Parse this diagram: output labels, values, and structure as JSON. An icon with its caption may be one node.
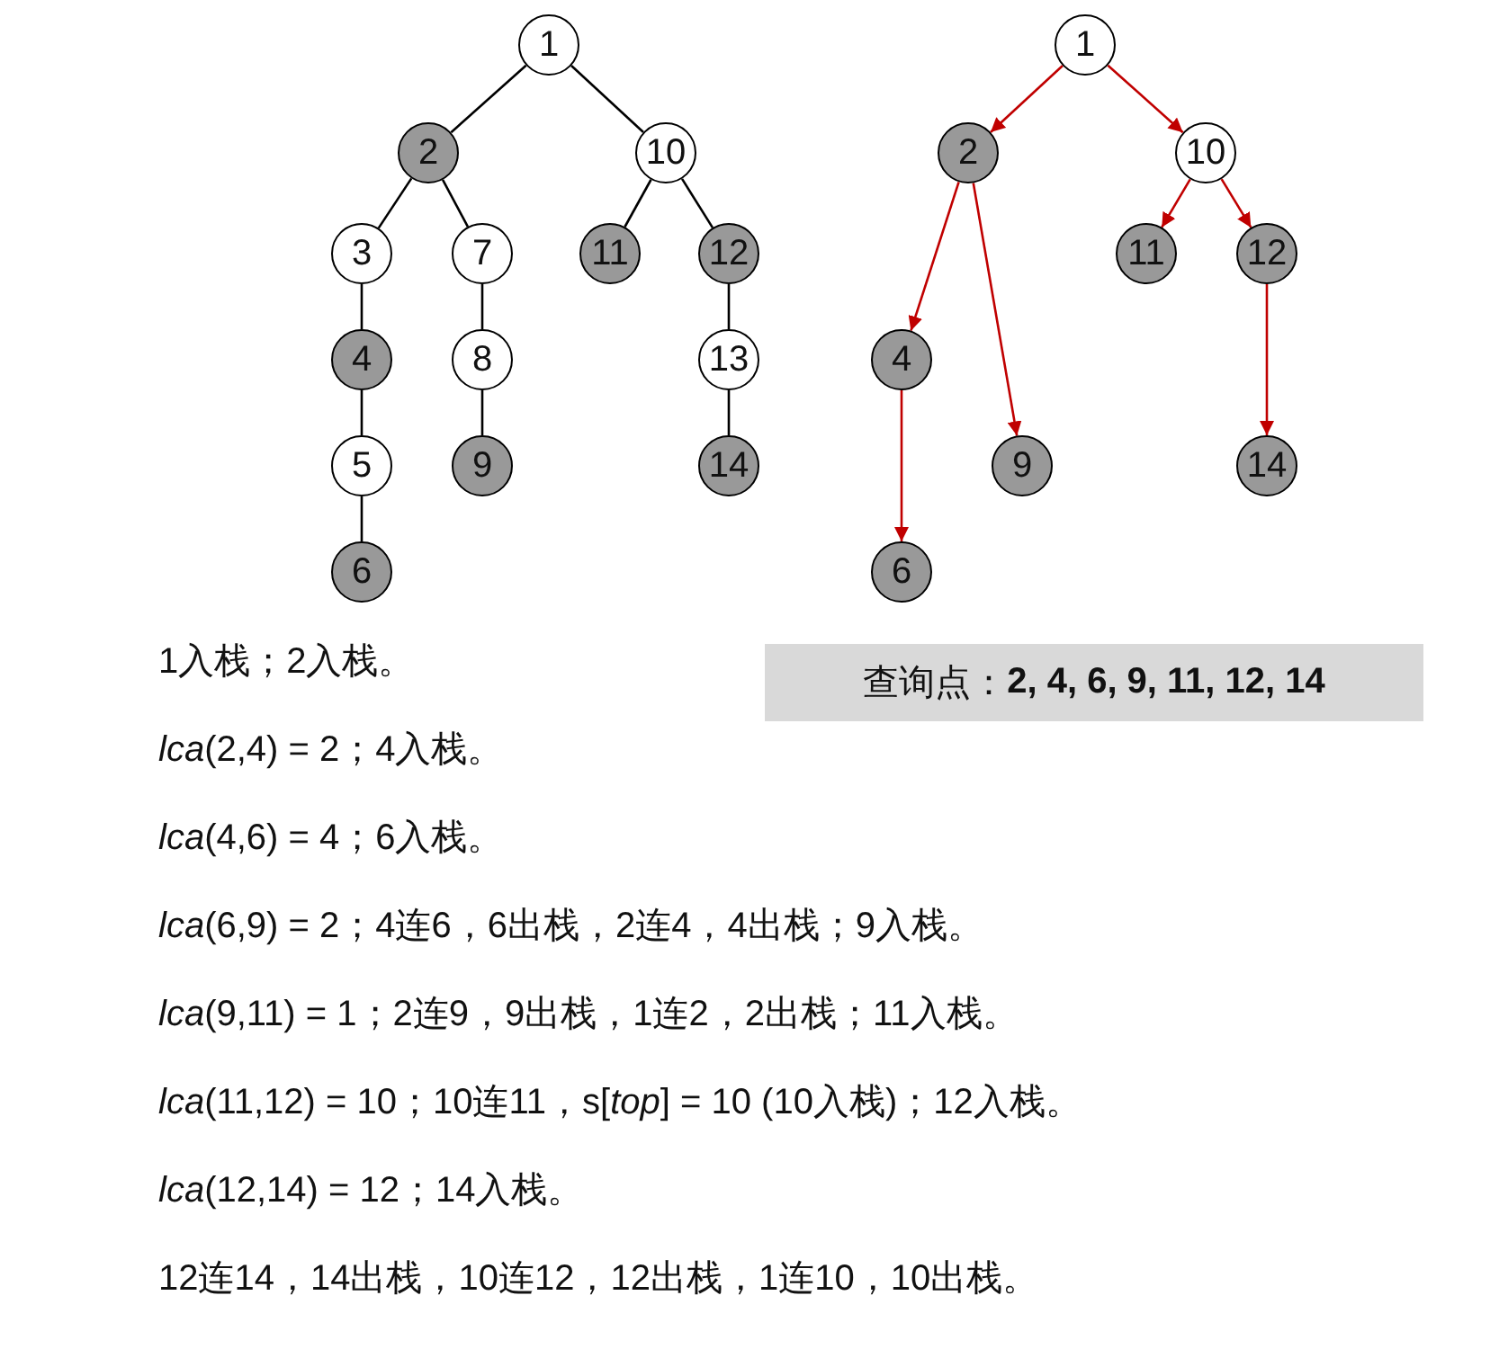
{
  "diagram": {
    "nodes": [
      {
        "text": [
          "1"
        ]
      },
      {
        "text": [
          "2"
        ]
      },
      {
        "text": [
          "10"
        ]
      },
      {
        "text": [
          "3"
        ]
      },
      {
        "text": [
          "7"
        ]
      },
      {
        "text": [
          "11"
        ]
      },
      {
        "text": [
          "12"
        ]
      },
      {
        "text": [
          "4"
        ]
      },
      {
        "text": [
          "8"
        ]
      },
      {
        "text": [
          "13"
        ]
      },
      {
        "text": [
          "5"
        ]
      },
      {
        "text": [
          "9"
        ]
      },
      {
        "text": [
          "14"
        ]
      },
      {
        "text": [
          "6"
        ]
      },
      {
        "text": [
          "1"
        ]
      },
      {
        "text": [
          "2"
        ]
      },
      {
        "text": [
          "10"
        ]
      },
      {
        "text": [
          "11"
        ]
      },
      {
        "text": [
          "12"
        ]
      },
      {
        "text": [
          "4"
        ]
      },
      {
        "text": [
          "9"
        ]
      },
      {
        "text": [
          "14"
        ]
      },
      {
        "text": [
          "6"
        ]
      },
      {
        "text": [
          "查询点：**2, 4, 6, 9, 11, 12, 14**"
        ]
      }
    ],
    "edges": [
      {
        "from": 0,
        "to": 1,
        "arrow": "none"
      },
      {
        "from": 0,
        "to": 2,
        "arrow": "none"
      },
      {
        "from": 1,
        "to": 3,
        "arrow": "none"
      },
      {
        "from": 1,
        "to": 4,
        "arrow": "none"
      },
      {
        "from": 2,
        "to": 5,
        "arrow": "none"
      },
      {
        "from": 2,
        "to": 6,
        "arrow": "none"
      },
      {
        "from": 3,
        "to": 7,
        "arrow": "none"
      },
      {
        "from": 4,
        "to": 8,
        "arrow": "none"
      },
      {
        "from": 6,
        "to": 9,
        "arrow": "none"
      },
      {
        "from": 7,
        "to": 10,
        "arrow": "none"
      },
      {
        "from": 8,
        "to": 11,
        "arrow": "none"
      },
      {
        "from": 9,
        "to": 12,
        "arrow": "none"
      },
      {
        "from": 10,
        "to": 13,
        "arrow": "none"
      },
      {
        "from": 14,
        "to": 15,
        "arrow": "to",
        "color": "#c00000"
      },
      {
        "from": 14,
        "to": 16,
        "arrow": "to",
        "color": "#c00000"
      },
      {
        "from": 15,
        "to": 19,
        "arrow": "to",
        "color": "#c00000"
      },
      {
        "from": 15,
        "to": 20,
        "arrow": "to",
        "color": "#c00000"
      },
      {
        "from": 16,
        "to": 17,
        "arrow": "to",
        "color": "#c00000"
      },
      {
        "from": 16,
        "to": 18,
        "arrow": "to",
        "color": "#c00000"
      },
      {
        "from": 19,
        "to": 22,
        "arrow": "to",
        "color": "#c00000"
      },
      {
        "from": 18,
        "to": 21,
        "arrow": "to",
        "color": "#c00000"
      }
    ],
    "labels": [
      "1入栈；2入栈。",
      "*lca*(2,4) = 2；4入栈。",
      "*lca*(4,6) = 4；6入栈。",
      "*lca*(6,9) = 2；4连6，6出栈，2连4，4出栈；9入栈。",
      "*lca*(9,11) = 1；2连9，9出栈，1连2，2出栈；11入栈。",
      "*lca*(11,12) = 10；10连11，s[*top*] = 10 (10入栈)；12入栈。",
      "*lca*(12,14) = 12；14入栈。",
      "12连14，14出栈，10连12，12出栈，1连10，10出栈。"
    ]
  }
}
